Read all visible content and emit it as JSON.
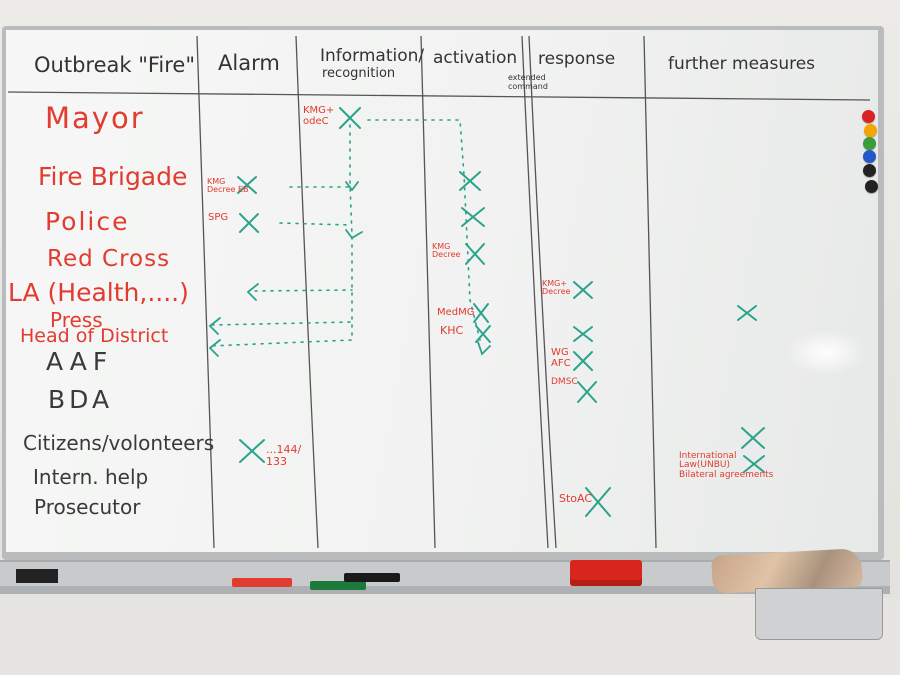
{
  "headers": {
    "outbreak": "Outbreak \"Fire\"",
    "alarm": "Alarm",
    "information": "Information/",
    "recognition": "recognition",
    "activation": "activation",
    "command": "extended command",
    "response": "response",
    "further": "further measures"
  },
  "rows": {
    "mayor": "Mayor",
    "fire": "Fire Brigade",
    "police": "Police",
    "redcross": "Red Cross",
    "la": "LA (Health,....)",
    "press": "Press",
    "head": "Head of District",
    "aaf": "AAF",
    "bda": "BDA",
    "citizens": "Citizens/volonteers",
    "intern": "Intern. help",
    "prosecutor": "Prosecutor"
  },
  "notes": {
    "kmg_odec": "KMG+\nodeC",
    "kmg_decree": "KMG\nDecree EB",
    "spg": "SPG",
    "kmg_decree2": "KMG\nDecree",
    "kmg_decree3": "KMG+\nDecree",
    "medmg": "MedMG",
    "khc": "KHC",
    "wg": "WG\nAFC",
    "dmsc": "DMSC",
    "numbers": "...144/\n133",
    "stoac": "StoAC",
    "international": "International\nLaw(UNBU)\nBilateral agreements"
  },
  "colors": {
    "red_ink": "#e23b2f",
    "green_ink": "#2aa38a",
    "black_ink": "#333333"
  },
  "magnets": [
    "#d22",
    "#f5a400",
    "#3a9d3a",
    "#2456c8",
    "#222",
    "#222"
  ]
}
